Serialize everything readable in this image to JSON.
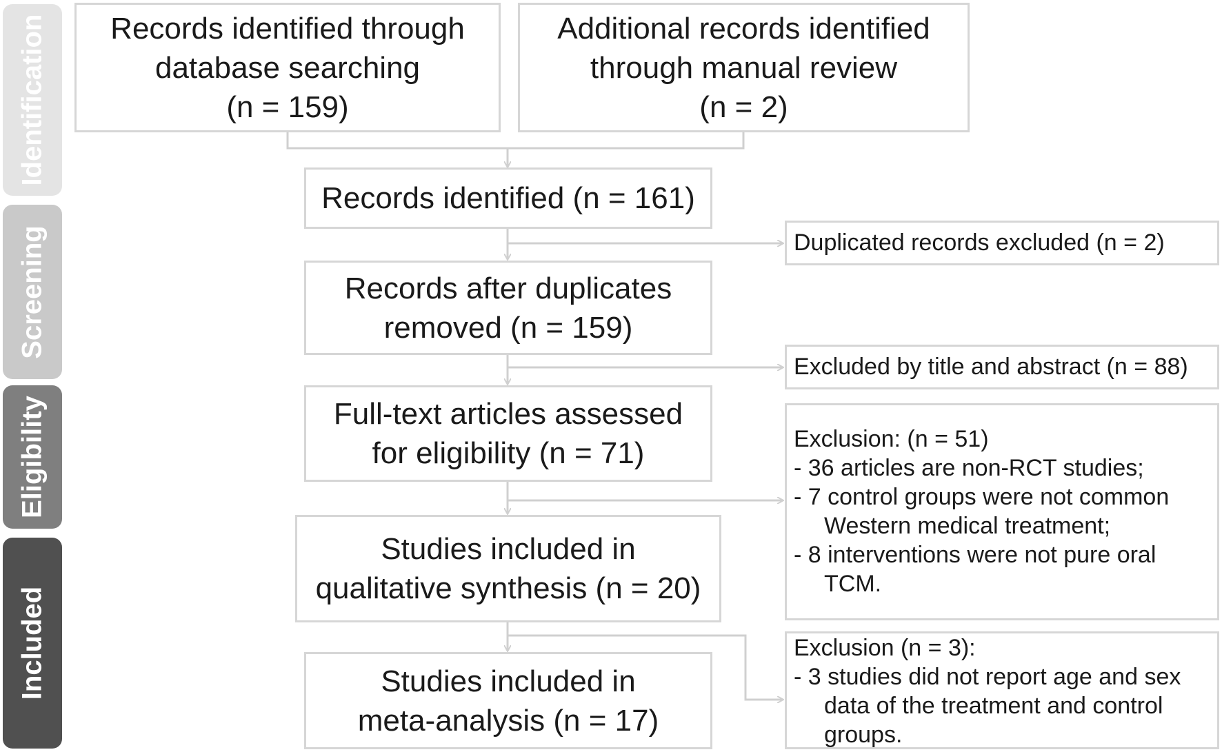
{
  "phases": {
    "identification": "Identification",
    "screening": "Screening",
    "eligibility": "Eligibility",
    "included": "Included"
  },
  "boxes": {
    "database": [
      "Records identified through",
      "database searching",
      "(n = 159)"
    ],
    "manual": [
      "Additional records identified",
      "through manual review",
      "(n = 2)"
    ],
    "identified": [
      "Records identified (n = 161)"
    ],
    "after_duplicates": [
      "Records after duplicates",
      "removed (n = 159)"
    ],
    "full_text": [
      "Full-text articles assessed",
      "for eligibility (n = 71)"
    ],
    "qualitative": [
      "Studies included in",
      "qualitative synthesis (n = 20)"
    ],
    "meta": [
      "Studies included in",
      "meta-analysis (n = 17)"
    ]
  },
  "side_boxes": {
    "duplicates": "Duplicated records excluded (n = 2)",
    "title_abstract": "Excluded by title and abstract (n = 88)",
    "exclusion_51": {
      "heading": "Exclusion: (n = 51)",
      "lines": [
        "- 36 articles are non-RCT studies;",
        "- 7 control groups were not common",
        "Western medical treatment;",
        "- 8 interventions were not pure oral",
        "TCM."
      ]
    },
    "exclusion_3": {
      "heading": "Exclusion (n = 3):",
      "lines": [
        "- 3 studies did not report age and sex",
        "data of the treatment and control",
        "groups."
      ]
    }
  },
  "colors": {
    "identification": "#e4e4e4",
    "screening": "#c9c9c9",
    "eligibility": "#7f7f7f",
    "included": "#505050",
    "border": "#d6d6d6",
    "connector": "#d0d0d0"
  }
}
